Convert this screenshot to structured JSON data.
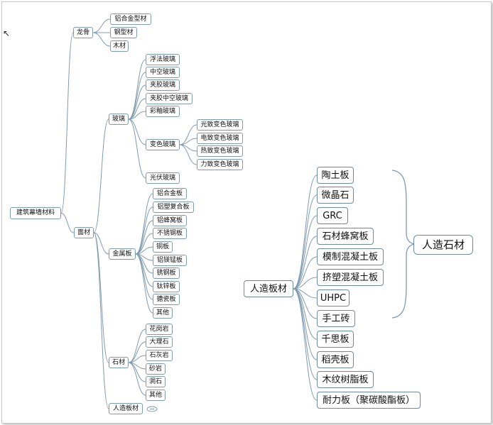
{
  "mindmap_left": {
    "root": "建筑幕墙材料",
    "keel": {
      "label": "龙骨",
      "children": [
        "铝合金型材",
        "钢型材",
        "木材"
      ]
    },
    "facing": {
      "label": "面材",
      "glass": {
        "label": "玻璃",
        "children": [
          "浮法玻璃",
          "中空玻璃",
          "夹胶玻璃",
          "夹胶中空玻璃",
          "彩釉玻璃"
        ],
        "color_change": {
          "label": "变色玻璃",
          "children": [
            "光致变色玻璃",
            "电致变色玻璃",
            "热致变色玻璃",
            "力致变色玻璃"
          ]
        },
        "pv": "光伏玻璃"
      },
      "metal": {
        "label": "金属板",
        "children": [
          "铝合金板",
          "铝塑复合板",
          "铝蜂窝板",
          "不锈钢板",
          "铜板",
          "铝镁锰板",
          "锈钢板",
          "钛锌板",
          "搪瓷板",
          "其他"
        ]
      },
      "stone": {
        "label": "石材",
        "children": [
          "花岗岩",
          "大理石",
          "石灰岩",
          "砂岩",
          "洞石",
          "其他"
        ]
      },
      "artificial": "人造板材"
    }
  },
  "mindmap_right": {
    "root": "人造板材",
    "children": [
      "陶土板",
      "微晶石",
      "GRC",
      "石材蜂窝板",
      "模制混凝土板",
      "挤塑混凝土板",
      "UHPC",
      "手工砖",
      "千思板",
      "稻壳板",
      "木纹树脂板",
      "耐力板（聚碳酸酯板）"
    ],
    "group_label": "人造石材"
  }
}
